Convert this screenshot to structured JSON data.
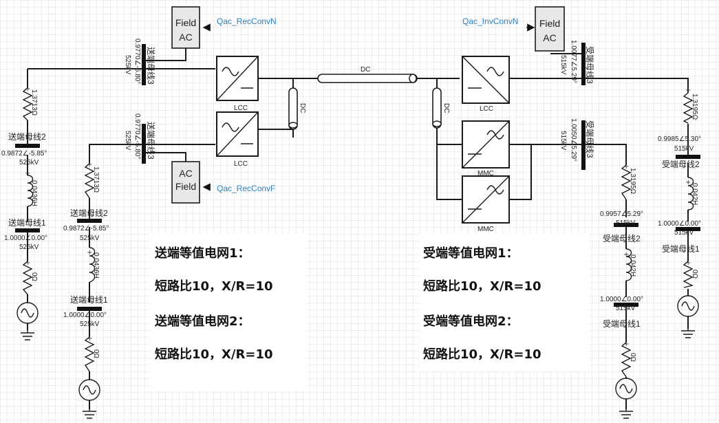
{
  "meters": {
    "rec_n": "Qac_RecConvN",
    "rec_f": "Qac_RecConvF",
    "inv_n": "Qac_InvConvN"
  },
  "field_ac": {
    "top_left": [
      "Field",
      "AC"
    ],
    "bottom_left": [
      "AC",
      "Field"
    ],
    "top_right": [
      "Field",
      "AC"
    ]
  },
  "converters": {
    "lcc1": "LCC",
    "lcc2": "LCC",
    "lcc3": "LCC",
    "mmc1": "MMC",
    "mmc2": "MMC"
  },
  "dc": {
    "line": "DC",
    "rect_cap": "DC",
    "inv_cap": "DC"
  },
  "sending": {
    "top_bus3": {
      "name": "送端母线3",
      "v": "0.9770∠-5.80°",
      "kv": "525kV"
    },
    "mid_bus3": {
      "name": "送端母线3",
      "v": "0.9770∠-5.80°",
      "kv": "525kV"
    },
    "left1": {
      "r": "1.3713Ω",
      "bus2": {
        "name": "送端母线2",
        "v": "0.9872∠-5.85°",
        "kv": "525kV"
      },
      "l": "0.0436H",
      "bus1": {
        "name": "送端母线1",
        "v": "1.0000∠0.00°",
        "kv": "525kV"
      },
      "r0": "0Ω"
    },
    "left2": {
      "r": "1.3713Ω",
      "bus2": {
        "name": "送端母线2",
        "v": "0.9872∠-5.85°",
        "kv": "525kV"
      },
      "l": "0.0436H",
      "bus1": {
        "name": "送端母线1",
        "v": "1.0000∠0.00°",
        "kv": "525kV"
      },
      "r0": "0Ω"
    }
  },
  "receiving": {
    "top_bus3": {
      "name": "受端母线3",
      "v": "1.0077∠5.29°",
      "kv": "515kV"
    },
    "mid_bus3": {
      "name": "受端母线3",
      "v": "1.0050∠5.29°",
      "kv": "515kV"
    },
    "right1": {
      "r": "1.3195Ω",
      "bus2": {
        "name": "受端母线2",
        "v": "0.9985∠5.30°",
        "kv": "515kV"
      },
      "l": "0.042H",
      "bus1": {
        "name": "受端母线1",
        "v": "1.0000∠0.00°",
        "kv": "515kV"
      },
      "r0": "0Ω"
    },
    "right2": {
      "r": "1.3195Ω",
      "bus2": {
        "name": "受端母线2",
        "v": "0.9957∠5.29°",
        "kv": "515kV"
      },
      "l": "0.042H",
      "bus1": {
        "name": "受端母线1",
        "v": "1.0000∠0.00°",
        "kv": "515kV"
      },
      "r0": "0Ω"
    }
  },
  "notes": {
    "left_grid1": "送端等值电网1：",
    "left_grid1_scr": "短路比10，X/R=10",
    "left_grid2": "送端等值电网2：",
    "left_grid2_scr": "短路比10，X/R=10",
    "right_grid1": "受端等值电网1：",
    "right_grid1_scr": "短路比10，X/R=10",
    "right_grid2": "受端等值电网2：",
    "right_grid2_scr": "短路比10，X/R=10"
  }
}
